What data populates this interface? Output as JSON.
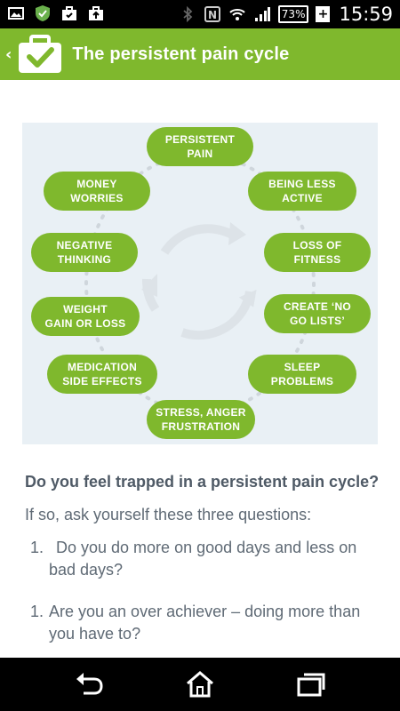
{
  "status_bar": {
    "battery": "73%",
    "time": "15:59",
    "icons": [
      "image-icon",
      "shield-check-icon",
      "briefcase-icon",
      "briefcase-upload-icon",
      "bluetooth-icon",
      "nfc-icon",
      "wifi-icon",
      "signal-icon",
      "battery-icon"
    ]
  },
  "app_bar": {
    "back_chevron": "‹",
    "title": "The persistent pain cycle",
    "logo_icon": "briefcase-check-icon"
  },
  "diagram": {
    "cycle_icon": "cycle-arrows-icon",
    "items": [
      "PERSISTENT\nPAIN",
      "BEING LESS\nACTIVE",
      "LOSS OF\nFITNESS",
      "CREATE ‘NO\nGO LISTS’",
      "SLEEP\nPROBLEMS",
      "STRESS, ANGER\nFRUSTRATION",
      "MEDICATION\nSIDE EFFECTS",
      "WEIGHT\nGAIN OR LOSS",
      "NEGATIVE\nTHINKING",
      "MONEY\nWORRIES"
    ],
    "colors": {
      "pill": "#7fb82d",
      "background": "#e9f0f5",
      "arrow": "#dde3e8"
    }
  },
  "article": {
    "heading": "Do you feel trapped in a persistent pain cycle?",
    "intro": "If so, ask yourself these three questions:",
    "list": [
      {
        "num": "1.",
        "text": "Do you do more on good days and less on bad days?"
      },
      {
        "num": "1.",
        "text": "Are you an over achiever – doing more than you have to?"
      }
    ]
  },
  "nav_bar": {
    "icons": [
      "back-icon",
      "home-icon",
      "recent-apps-icon"
    ]
  },
  "colors": {
    "brand_green": "#7fb82d",
    "text_heading": "#4f5a66",
    "text_body": "#5f6a75"
  }
}
